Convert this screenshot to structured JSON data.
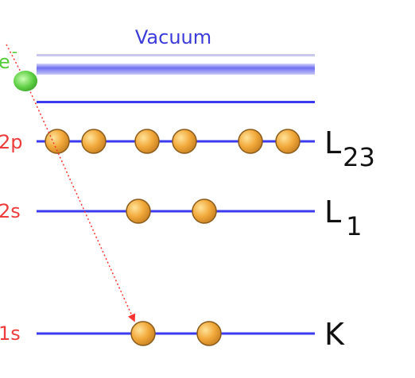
{
  "diagram": {
    "vacuum_label": "Vacuum",
    "electron_label": "e",
    "electron_superscript": "-",
    "levels": [
      {
        "orbital": "2p",
        "shell": "L",
        "shell_sub": "23",
        "electrons": 6
      },
      {
        "orbital": "2s",
        "shell": "L",
        "shell_sub": "1",
        "electrons": 2
      },
      {
        "orbital": "1s",
        "shell": "K",
        "shell_sub": "",
        "electrons": 2
      }
    ]
  },
  "colors": {
    "level_line": "#3a3aee",
    "vacuum_band": "#6f6ff2",
    "vacuum_text": "#3b3bdc",
    "orbital_label": "#ee3b3b",
    "shell_label": "#111111",
    "electron_fill": "#f2a93b",
    "electron_stroke": "#8a5a1a",
    "incident_electron": "#55cc3a",
    "arrow": "#ff3333"
  }
}
